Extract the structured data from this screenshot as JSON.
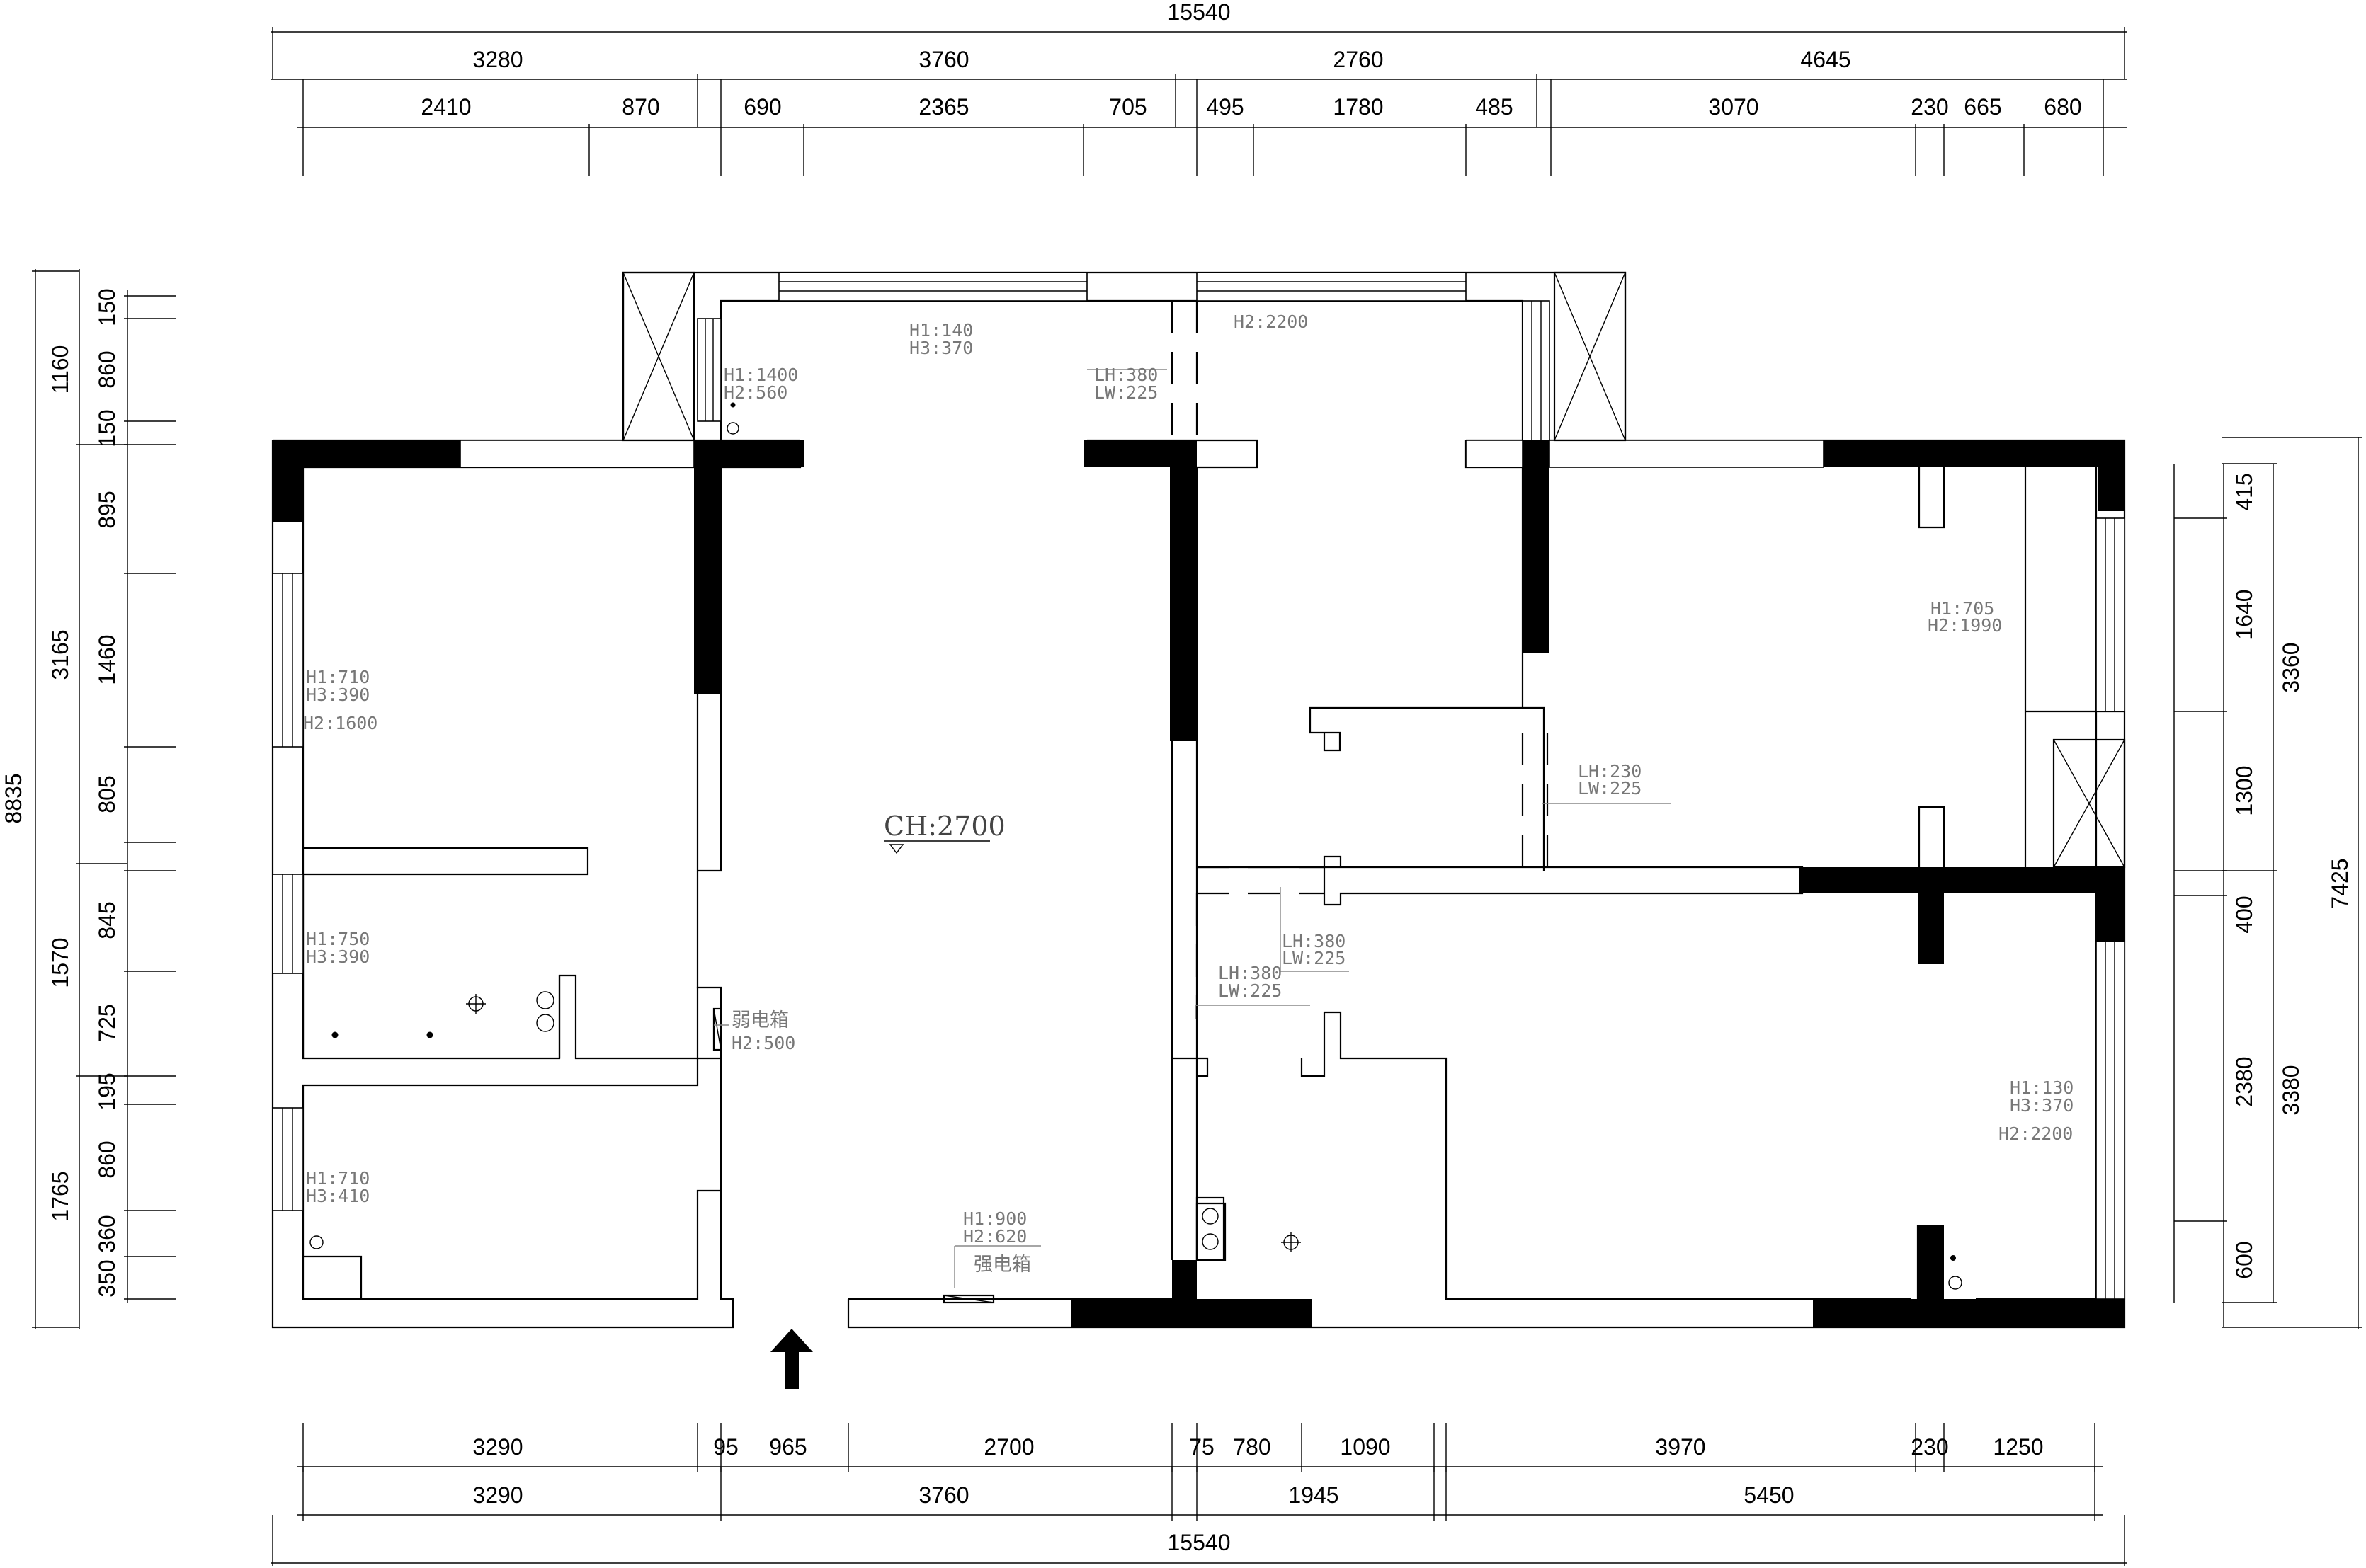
{
  "dimensions": {
    "top_total": "15540",
    "top_row1": [
      "3280",
      "3760",
      "2760",
      "4645"
    ],
    "top_row2": [
      "2410",
      "870",
      "690",
      "2365",
      "705",
      "495",
      "1780",
      "485",
      "3070",
      "230",
      "665",
      "680"
    ],
    "bottom_row1": [
      "3290",
      "95",
      "965",
      "2700",
      "75",
      "780",
      "1090",
      "3970",
      "230",
      "1250"
    ],
    "bottom_row2": [
      "3290",
      "3760",
      "1945",
      "5450"
    ],
    "bottom_total": "15540",
    "left_total": "8835",
    "left_row1": [
      "1160",
      "3165",
      "1570",
      "1765"
    ],
    "left_row2": [
      "150",
      "860",
      "150",
      "895",
      "1460",
      "805",
      "845",
      "725",
      "195",
      "860",
      "360",
      "350"
    ],
    "right_total": "7425",
    "right_row1": [
      "3360",
      "3380"
    ],
    "right_row2": [
      "415",
      "1640",
      "1300",
      "400",
      "2380",
      "600"
    ]
  },
  "annotations": {
    "ceiling_height": "CH:2700",
    "balcony_window": [
      "H1:140",
      "H3:370"
    ],
    "balcony_window_right": "H2:2200",
    "balcony_side": [
      "H1:1400",
      "H2:560"
    ],
    "beam_top": [
      "LH:380",
      "LW:225"
    ],
    "bed_left_top": [
      "H1:710",
      "H3:390",
      "H2:1600"
    ],
    "bed_left_mid": [
      "H1:750",
      "H3:390"
    ],
    "bed_left_bottom": [
      "H1:710",
      "H3:410"
    ],
    "weak_box": [
      "弱电箱",
      "H2:500"
    ],
    "strong_box": [
      "H1:900",
      "H2:620",
      "强电箱"
    ],
    "beam_mid": [
      "LH:380",
      "LW:225"
    ],
    "beam_low": [
      "LH:380",
      "LW:225"
    ],
    "beam_right": [
      "LH:230",
      "LW:225"
    ],
    "bed_right_top": [
      "H1:705",
      "H2:1990"
    ],
    "bed_right_bottom": [
      "H1:130",
      "H3:370",
      "H2:2200"
    ]
  },
  "icons": {
    "entrance": "entrance-arrow-icon",
    "ceiling_marker": "triangle-down-icon",
    "ceiling_lamp": "crosshair-circle-icon",
    "drain": "floor-drain-icon"
  }
}
